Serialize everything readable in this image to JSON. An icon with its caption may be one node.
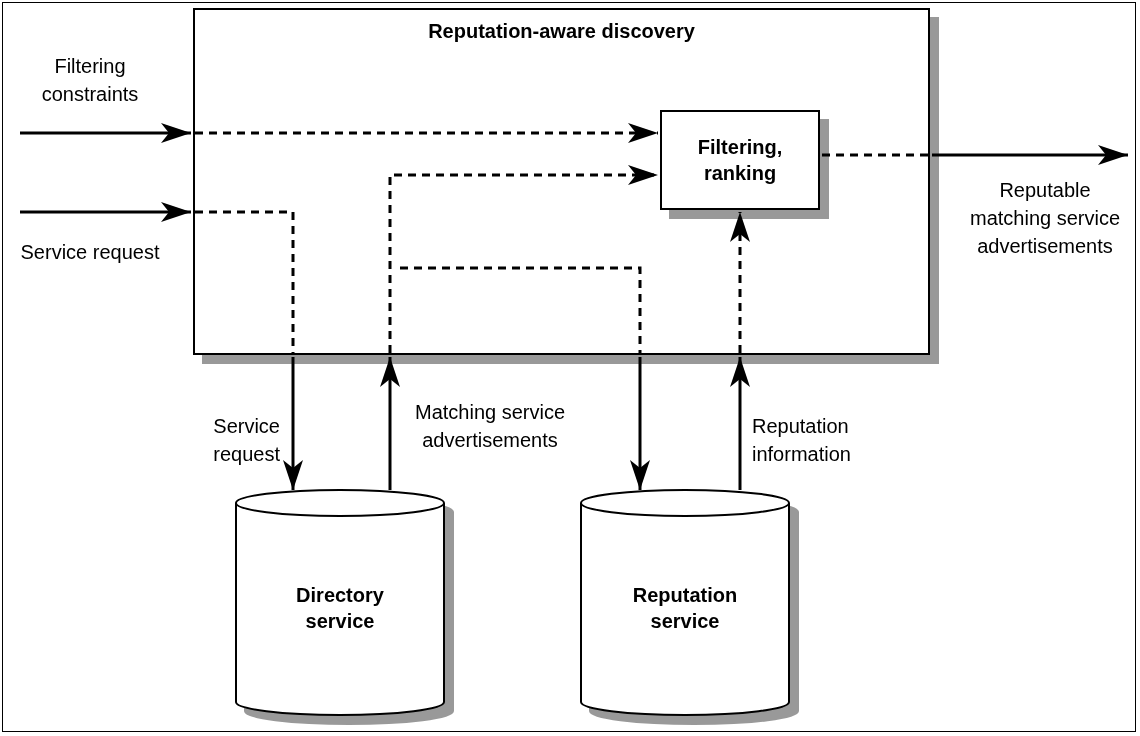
{
  "diagram": {
    "nodes": [
      {
        "text": [
          "Reputation-aware discovery"
        ]
      },
      {
        "text": [
          "Filtering, ranking"
        ],
        "in": 0
      },
      {
        "text": [
          "Directory service"
        ]
      },
      {
        "text": [
          "Reputation service"
        ]
      }
    ],
    "edges": [
      {
        "from": null,
        "to": 0,
        "arrow": "to",
        "label": "Filtering constraints"
      },
      {
        "from": null,
        "to": 0,
        "arrow": "to",
        "label": "Service request"
      },
      {
        "from": 0,
        "to": 1,
        "arrow": "to",
        "style": "dashed"
      },
      {
        "from": 0,
        "to": 1,
        "arrow": "to",
        "style": "dashed"
      },
      {
        "from": 0,
        "to": 1,
        "arrow": "to",
        "style": "dashed"
      },
      {
        "from": 1,
        "to": 0,
        "arrow": "none",
        "style": "dashed"
      },
      {
        "from": 0,
        "to": 2,
        "arrow": "to",
        "label": "Service request"
      },
      {
        "from": 2,
        "to": 0,
        "arrow": "to",
        "label": "Matching service advertisements"
      },
      {
        "from": 0,
        "to": 3,
        "arrow": "to"
      },
      {
        "from": 3,
        "to": 0,
        "arrow": "to",
        "label": "Reputation information"
      },
      {
        "from": 0,
        "to": null,
        "arrow": "to",
        "label": "Reputable matching service advertisements"
      }
    ]
  }
}
